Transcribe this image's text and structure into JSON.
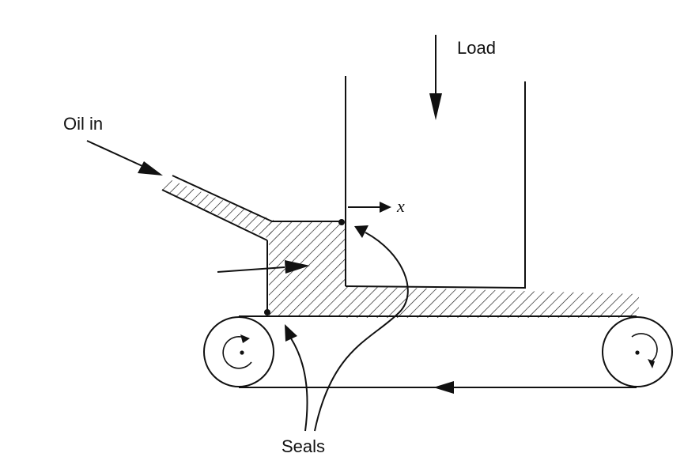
{
  "labels": {
    "load": "Load",
    "oil_in": "Oil in",
    "x_axis": "x",
    "seals": "Seals"
  },
  "colors": {
    "ink": "#111111",
    "background": "#ffffff"
  }
}
